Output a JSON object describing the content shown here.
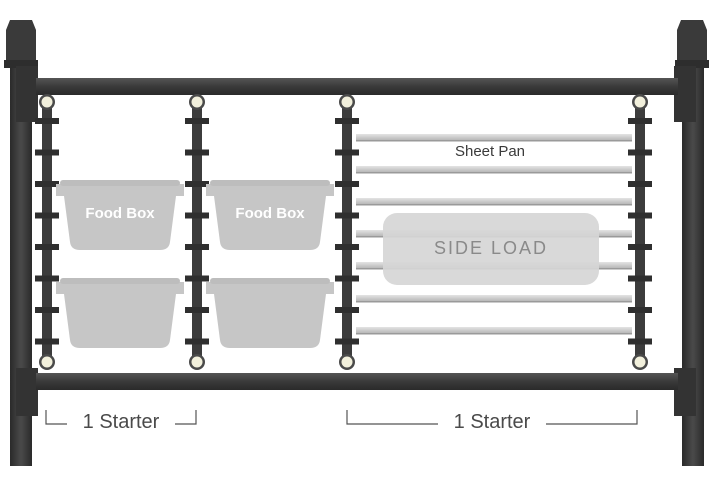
{
  "diagram": {
    "food_box_label": "Food Box",
    "sheet_pan_label": "Sheet Pan",
    "side_load_label": "SIDE LOAD",
    "starter_left_label": "1 Starter",
    "starter_right_label": "1 Starter"
  },
  "colors": {
    "frame": "#3d3d3d",
    "frame_dark": "#2e2e2e",
    "food_box": "#c6c6c6",
    "sheet_pan": "#cfcfcf",
    "side_load_bg": "#d6d6d6",
    "bracket_line": "#555555",
    "light_bulb": "#f2f0dc"
  }
}
